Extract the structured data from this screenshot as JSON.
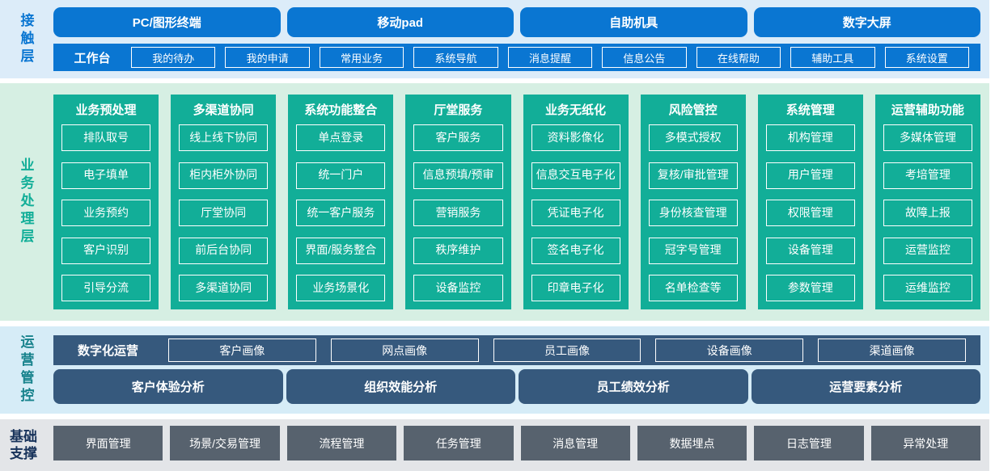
{
  "contact": {
    "label": "接触层",
    "terminals": [
      "PC/图形终端",
      "移动pad",
      "自助机具",
      "数字大屏"
    ],
    "workbench": {
      "label": "工作台",
      "items": [
        "我的待办",
        "我的申请",
        "常用业务",
        "系统导航",
        "消息提醒",
        "信息公告",
        "在线帮助",
        "辅助工具",
        "系统设置"
      ]
    }
  },
  "business": {
    "label": "业务处理层",
    "columns": [
      {
        "title": "业务预处理",
        "items": [
          "排队取号",
          "电子填单",
          "业务预约",
          "客户识别",
          "引导分流"
        ]
      },
      {
        "title": "多渠道协同",
        "items": [
          "线上线下协同",
          "柜内柜外协同",
          "厅堂协同",
          "前后台协同",
          "多渠道协同"
        ]
      },
      {
        "title": "系统功能整合",
        "items": [
          "单点登录",
          "统一门户",
          "统一客户服务",
          "界面/服务整合",
          "业务场景化"
        ]
      },
      {
        "title": "厅堂服务",
        "items": [
          "客户服务",
          "信息预填/预审",
          "营销服务",
          "秩序维护",
          "设备监控"
        ]
      },
      {
        "title": "业务无纸化",
        "items": [
          "资料影像化",
          "信息交互电子化",
          "凭证电子化",
          "签名电子化",
          "印章电子化"
        ]
      },
      {
        "title": "风险管控",
        "items": [
          "多模式授权",
          "复核/审批管理",
          "身份核查管理",
          "冠字号管理",
          "名单检查等"
        ]
      },
      {
        "title": "系统管理",
        "items": [
          "机构管理",
          "用户管理",
          "权限管理",
          "设备管理",
          "参数管理"
        ]
      },
      {
        "title": "运营辅助功能",
        "items": [
          "多媒体管理",
          "考培管理",
          "故障上报",
          "运营监控",
          "运维监控"
        ]
      }
    ]
  },
  "operations": {
    "label": "运营管控",
    "digital": {
      "label": "数字化运营",
      "items": [
        "客户画像",
        "网点画像",
        "员工画像",
        "设备画像",
        "渠道画像"
      ]
    },
    "analysis": [
      "客户体验分析",
      "组织效能分析",
      "员工绩效分析",
      "运营要素分析"
    ]
  },
  "foundation": {
    "label": "基础支撑",
    "items": [
      "界面管理",
      "场景/交易管理",
      "流程管理",
      "任务管理",
      "消息管理",
      "数据埋点",
      "日志管理",
      "异常处理"
    ]
  },
  "colors": {
    "blue": "#0a76d2",
    "light_blue_bg": "#dcecf9",
    "teal": "#12ae98",
    "light_green_bg": "#d6efe3",
    "slate_blue": "#36597d",
    "light_cyan_bg": "#d6ecf7",
    "gray_button": "#57626e",
    "light_gray_bg": "#e3e5e8"
  }
}
